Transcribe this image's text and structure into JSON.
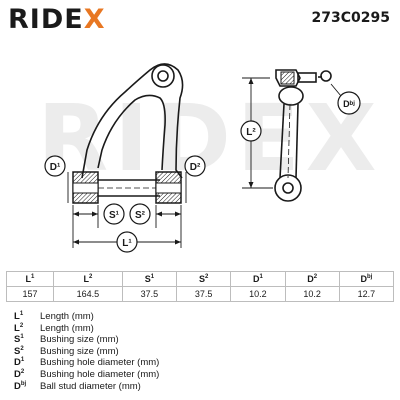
{
  "header": {
    "brand_main": "RIDE",
    "brand_x": "X",
    "part_number": "273C0295"
  },
  "drawing": {
    "watermark": "RIDEX",
    "labels": {
      "D1": "D¹",
      "D2": "D²",
      "S1": "S¹",
      "S2": "S²",
      "L1": "L¹",
      "L2": "L²",
      "Dbj": "Dᵇʲ"
    }
  },
  "specs": {
    "columns": [
      {
        "key": "L",
        "sup": "1"
      },
      {
        "key": "L",
        "sup": "2"
      },
      {
        "key": "S",
        "sup": "1"
      },
      {
        "key": "S",
        "sup": "2"
      },
      {
        "key": "D",
        "sup": "1"
      },
      {
        "key": "D",
        "sup": "2"
      },
      {
        "key": "D",
        "sup": "bj"
      }
    ],
    "values": [
      "157",
      "164.5",
      "37.5",
      "37.5",
      "10.2",
      "10.2",
      "12.7"
    ]
  },
  "legend": [
    {
      "key": "L",
      "sup": "1",
      "text": "Length (mm)"
    },
    {
      "key": "L",
      "sup": "2",
      "text": "Length (mm)"
    },
    {
      "key": "S",
      "sup": "1",
      "text": "Bushing size (mm)"
    },
    {
      "key": "S",
      "sup": "2",
      "text": "Bushing size (mm)"
    },
    {
      "key": "D",
      "sup": "1",
      "text": "Bushing hole diameter (mm)"
    },
    {
      "key": "D",
      "sup": "2",
      "text": "Bushing hole diameter (mm)"
    },
    {
      "key": "D",
      "sup": "bj",
      "text": "Ball stud diameter (mm)"
    }
  ],
  "colors": {
    "accent": "#e87722",
    "line": "#1a1a1a",
    "watermark": "#ececec"
  }
}
